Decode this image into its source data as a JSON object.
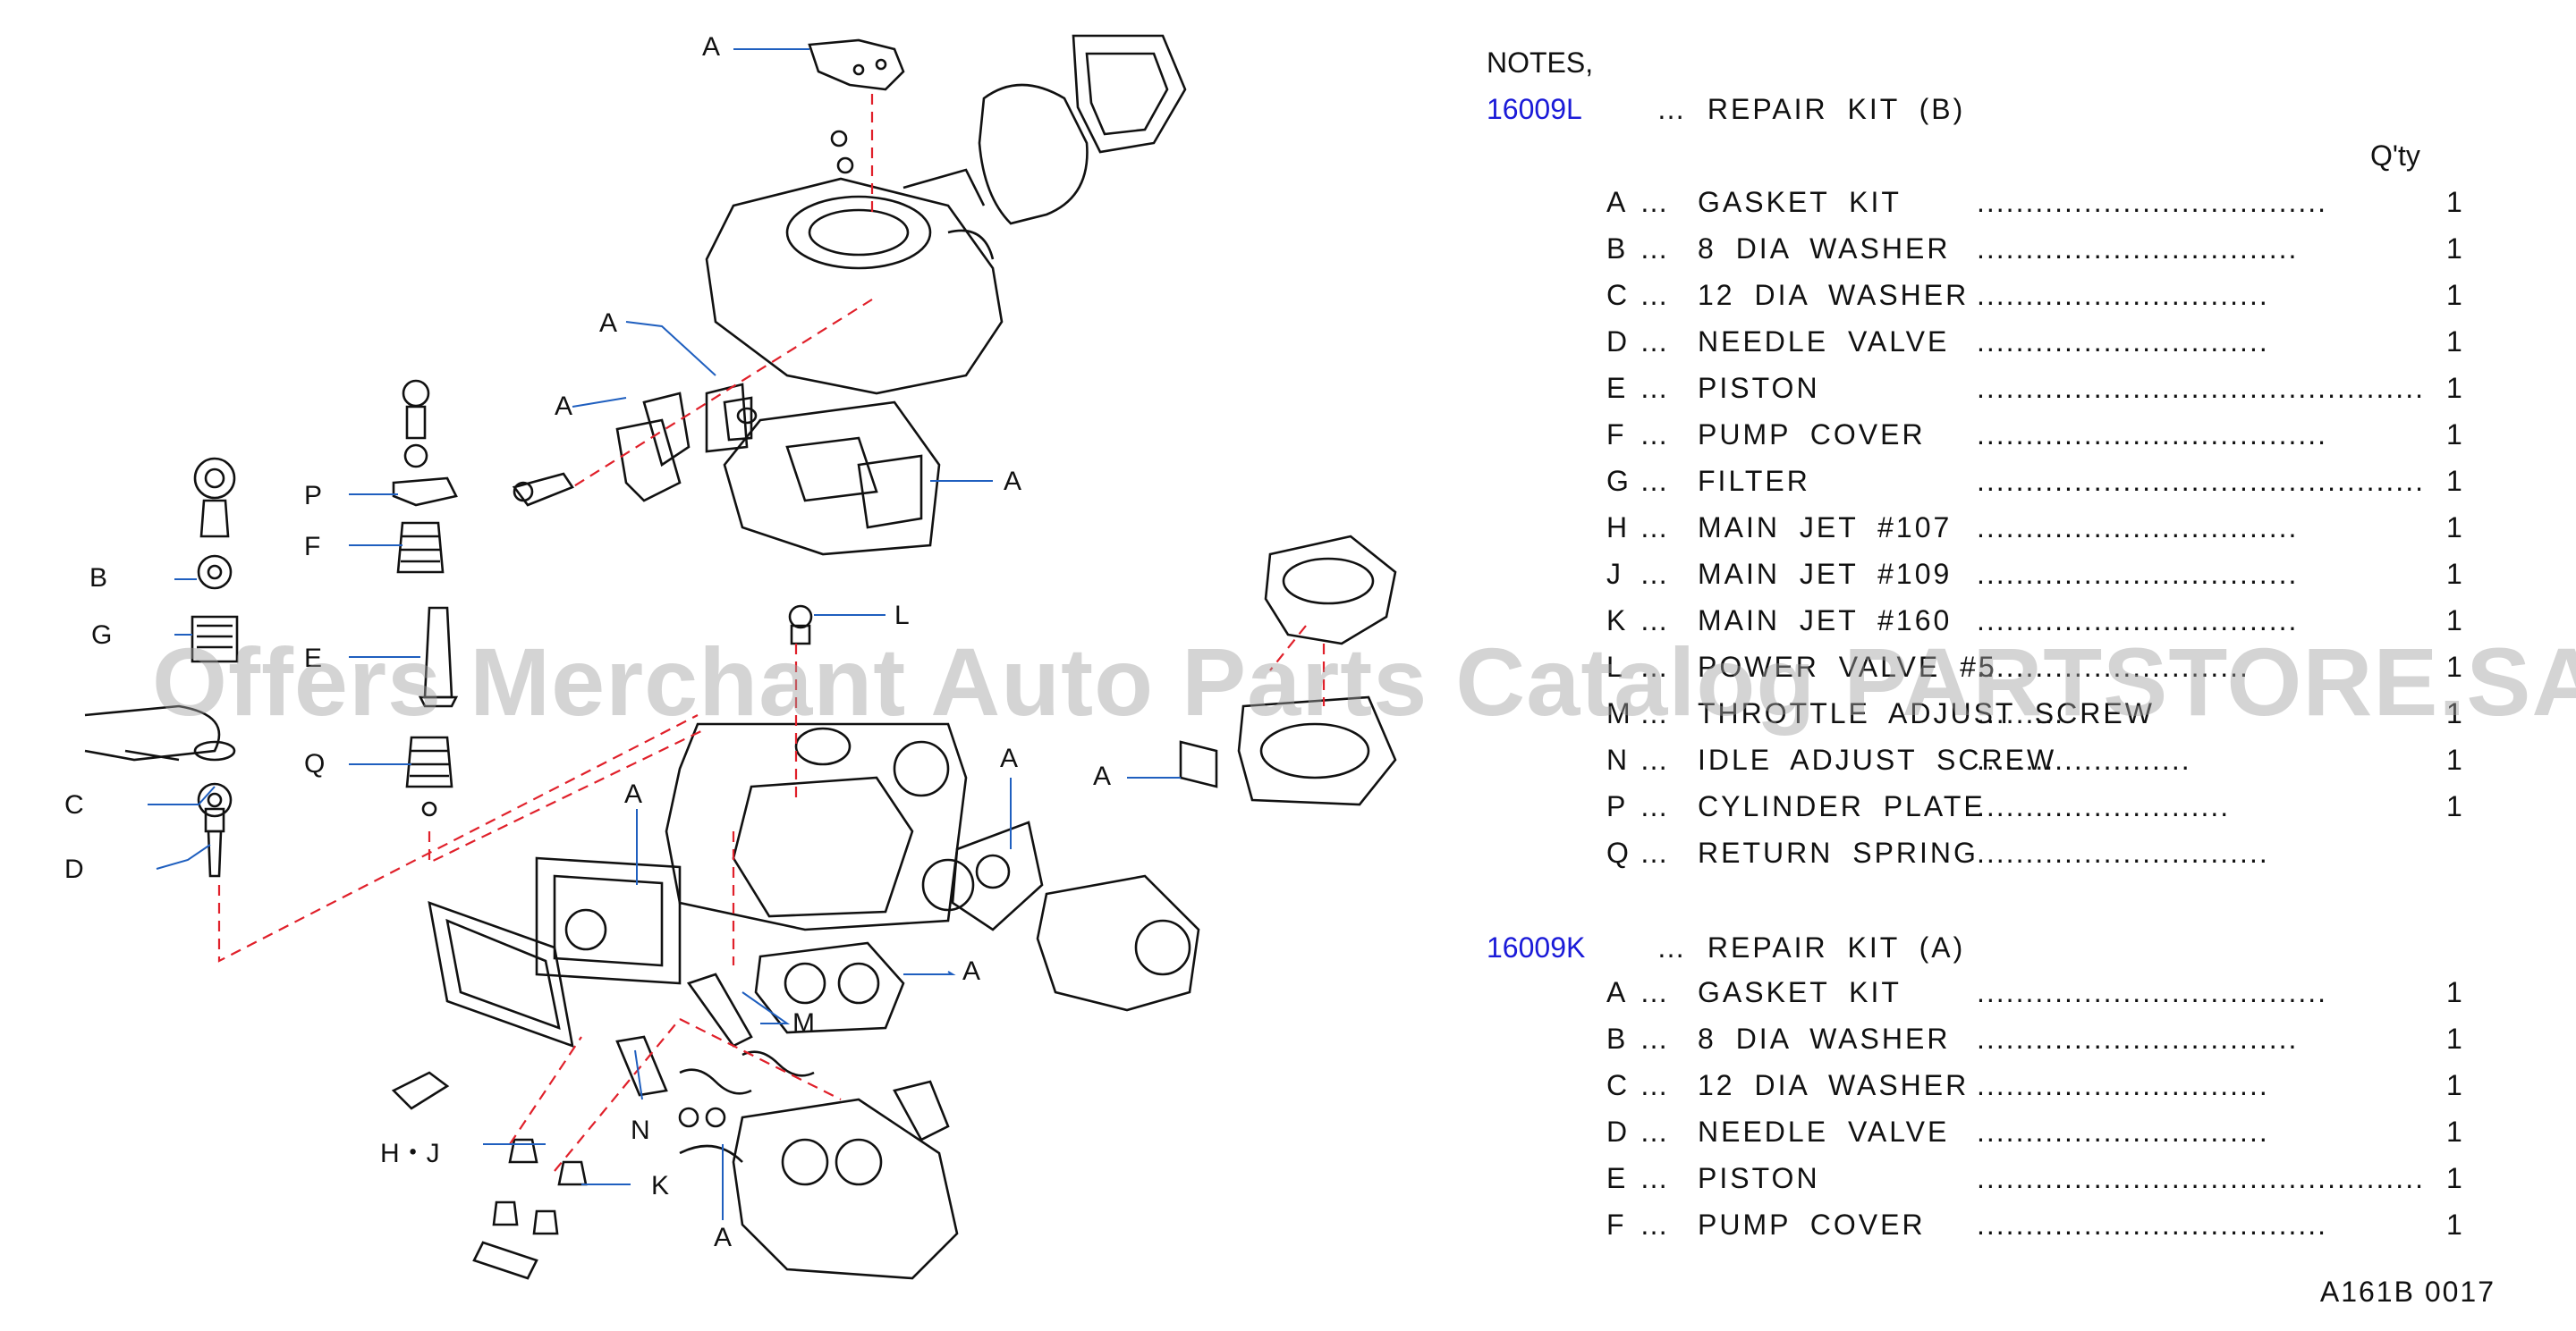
{
  "diagram_labels": {
    "a_top": "A",
    "a_mid1": "A",
    "a_mid2": "A",
    "a_right_gasket": "A",
    "a_center": "A",
    "a_diaphragm": "A",
    "a_lower_right": "A",
    "a_center_gasket": "A",
    "a_bottom": "A",
    "b": "B",
    "c": "C",
    "d": "D",
    "e": "E",
    "f": "F",
    "g": "G",
    "hj": "H・J",
    "k": "K",
    "l": "L",
    "m": "M",
    "n": "N",
    "p": "P",
    "q": "Q"
  },
  "notes": {
    "heading": "NOTES,",
    "qty_header": "Q'ty",
    "kits": [
      {
        "code": "16009L",
        "title": "… REPAIR  KIT  (B)",
        "items": [
          {
            "letter": "A",
            "name": "GASKET  KIT",
            "dots": "....................................",
            "qty": "1"
          },
          {
            "letter": "B",
            "name": "8  DIA  WASHER",
            "dots": ".................................",
            "qty": "1"
          },
          {
            "letter": "C",
            "name": "12  DIA  WASHER",
            "dots": "..............................",
            "qty": "1"
          },
          {
            "letter": "D",
            "name": "NEEDLE  VALVE",
            "dots": "..............................",
            "qty": "1"
          },
          {
            "letter": "E",
            "name": "PISTON",
            "dots": "..............................................",
            "qty": "1"
          },
          {
            "letter": "F",
            "name": "PUMP  COVER",
            "dots": "....................................",
            "qty": "1"
          },
          {
            "letter": "G",
            "name": "FILTER",
            "dots": "..............................................",
            "qty": "1"
          },
          {
            "letter": "H",
            "name": "MAIN  JET  #107",
            "dots": ".................................",
            "qty": "1"
          },
          {
            "letter": "J",
            "name": "MAIN  JET  #109",
            "dots": ".................................",
            "qty": "1"
          },
          {
            "letter": "K",
            "name": "MAIN  JET  #160",
            "dots": ".................................",
            "qty": "1"
          },
          {
            "letter": "L",
            "name": "POWER  VALVE  #5",
            "dots": "............................",
            "qty": "1"
          },
          {
            "letter": "M",
            "name": "THROTTLE  ADJUST  SCREW",
            "dots": ".........",
            "qty": "1"
          },
          {
            "letter": "N",
            "name": "IDLE  ADJUST  SCREW",
            "dots": "......................",
            "qty": "1"
          },
          {
            "letter": "P",
            "name": "CYLINDER  PLATE",
            "dots": "..........................",
            "qty": "1"
          },
          {
            "letter": "Q",
            "name": "RETURN  SPRING",
            "dots": "..............................",
            "qty": ""
          }
        ]
      },
      {
        "code": "16009K",
        "title": "… REPAIR  KIT  (A)",
        "items": [
          {
            "letter": "A",
            "name": "GASKET  KIT",
            "dots": "....................................",
            "qty": "1"
          },
          {
            "letter": "B",
            "name": "8  DIA  WASHER",
            "dots": ".................................",
            "qty": "1"
          },
          {
            "letter": "C",
            "name": "12  DIA  WASHER",
            "dots": "..............................",
            "qty": "1"
          },
          {
            "letter": "D",
            "name": "NEEDLE  VALVE",
            "dots": "..............................",
            "qty": "1"
          },
          {
            "letter": "E",
            "name": "PISTON",
            "dots": "..............................................",
            "qty": "1"
          },
          {
            "letter": "F",
            "name": "PUMP  COVER",
            "dots": "....................................",
            "qty": "1"
          }
        ]
      }
    ]
  },
  "watermark": "Offers Merchant Auto Parts Catalog PARTSTORE.SA",
  "footer_code": "A161B   0017",
  "colors": {
    "kit_code": "#1a1ad8",
    "leader": "#1f5fbf",
    "dashed": "#e0202a",
    "watermark": "#a0a0a0"
  }
}
